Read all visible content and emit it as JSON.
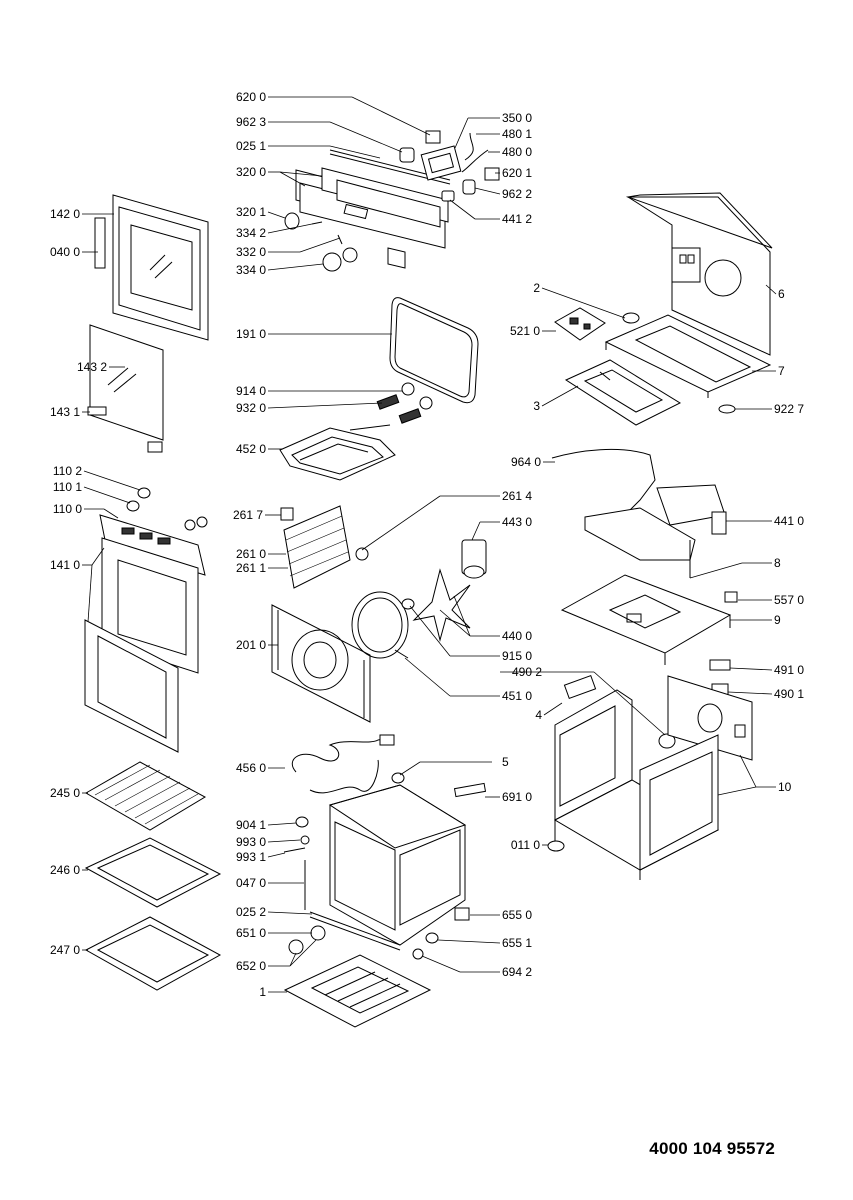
{
  "document_number": "4000 104 95572",
  "callouts": [
    {
      "id": "620_0",
      "label": "620 0"
    },
    {
      "id": "962_3",
      "label": "962 3"
    },
    {
      "id": "025_1",
      "label": "025 1"
    },
    {
      "id": "320_0",
      "label": "320 0"
    },
    {
      "id": "320_1",
      "label": "320 1"
    },
    {
      "id": "334_2",
      "label": "334 2"
    },
    {
      "id": "332_0",
      "label": "332 0"
    },
    {
      "id": "334_0",
      "label": "334 0"
    },
    {
      "id": "350_0",
      "label": "350 0"
    },
    {
      "id": "480_1",
      "label": "480 1"
    },
    {
      "id": "480_0",
      "label": "480 0"
    },
    {
      "id": "620_1",
      "label": "620 1"
    },
    {
      "id": "962_2",
      "label": "962 2"
    },
    {
      "id": "441_2",
      "label": "441 2"
    },
    {
      "id": "142_0",
      "label": "142 0"
    },
    {
      "id": "040_0",
      "label": "040 0"
    },
    {
      "id": "143_2",
      "label": "143 2"
    },
    {
      "id": "143_1",
      "label": "143 1"
    },
    {
      "id": "191_0",
      "label": "191 0"
    },
    {
      "id": "914_0",
      "label": "914 0"
    },
    {
      "id": "932_0",
      "label": "932 0"
    },
    {
      "id": "452_0",
      "label": "452 0"
    },
    {
      "id": "2",
      "label": "2"
    },
    {
      "id": "521_0",
      "label": "521 0"
    },
    {
      "id": "6",
      "label": "6"
    },
    {
      "id": "7",
      "label": "7"
    },
    {
      "id": "3",
      "label": "3"
    },
    {
      "id": "922_7",
      "label": "922 7"
    },
    {
      "id": "964_0",
      "label": "964 0"
    },
    {
      "id": "110_2",
      "label": "110 2"
    },
    {
      "id": "110_1",
      "label": "110 1"
    },
    {
      "id": "110_0",
      "label": "110 0"
    },
    {
      "id": "261_7",
      "label": "261 7"
    },
    {
      "id": "261_4",
      "label": "261 4"
    },
    {
      "id": "443_0",
      "label": "443 0"
    },
    {
      "id": "441_0",
      "label": "441 0"
    },
    {
      "id": "141_0",
      "label": "141 0"
    },
    {
      "id": "261_0",
      "label": "261 0"
    },
    {
      "id": "261_1",
      "label": "261 1"
    },
    {
      "id": "8",
      "label": "8"
    },
    {
      "id": "557_0",
      "label": "557 0"
    },
    {
      "id": "9",
      "label": "9"
    },
    {
      "id": "201_0",
      "label": "201 0"
    },
    {
      "id": "440_0",
      "label": "440 0"
    },
    {
      "id": "915_0",
      "label": "915 0"
    },
    {
      "id": "491_0",
      "label": "491 0"
    },
    {
      "id": "490_2",
      "label": "490 2"
    },
    {
      "id": "451_0",
      "label": "451 0"
    },
    {
      "id": "490_1",
      "label": "490 1"
    },
    {
      "id": "4",
      "label": "4"
    },
    {
      "id": "456_0",
      "label": "456 0"
    },
    {
      "id": "5",
      "label": "5"
    },
    {
      "id": "10",
      "label": "10"
    },
    {
      "id": "245_0",
      "label": "245 0"
    },
    {
      "id": "691_0",
      "label": "691 0"
    },
    {
      "id": "904_1",
      "label": "904 1"
    },
    {
      "id": "993_0",
      "label": "993 0"
    },
    {
      "id": "993_1",
      "label": "993 1"
    },
    {
      "id": "011_0",
      "label": "011 0"
    },
    {
      "id": "246_0",
      "label": "246 0"
    },
    {
      "id": "047_0",
      "label": "047 0"
    },
    {
      "id": "025_2",
      "label": "025 2"
    },
    {
      "id": "655_0",
      "label": "655 0"
    },
    {
      "id": "651_0",
      "label": "651 0"
    },
    {
      "id": "655_1",
      "label": "655 1"
    },
    {
      "id": "247_0",
      "label": "247 0"
    },
    {
      "id": "652_0",
      "label": "652 0"
    },
    {
      "id": "694_2",
      "label": "694 2"
    },
    {
      "id": "1",
      "label": "1"
    }
  ]
}
